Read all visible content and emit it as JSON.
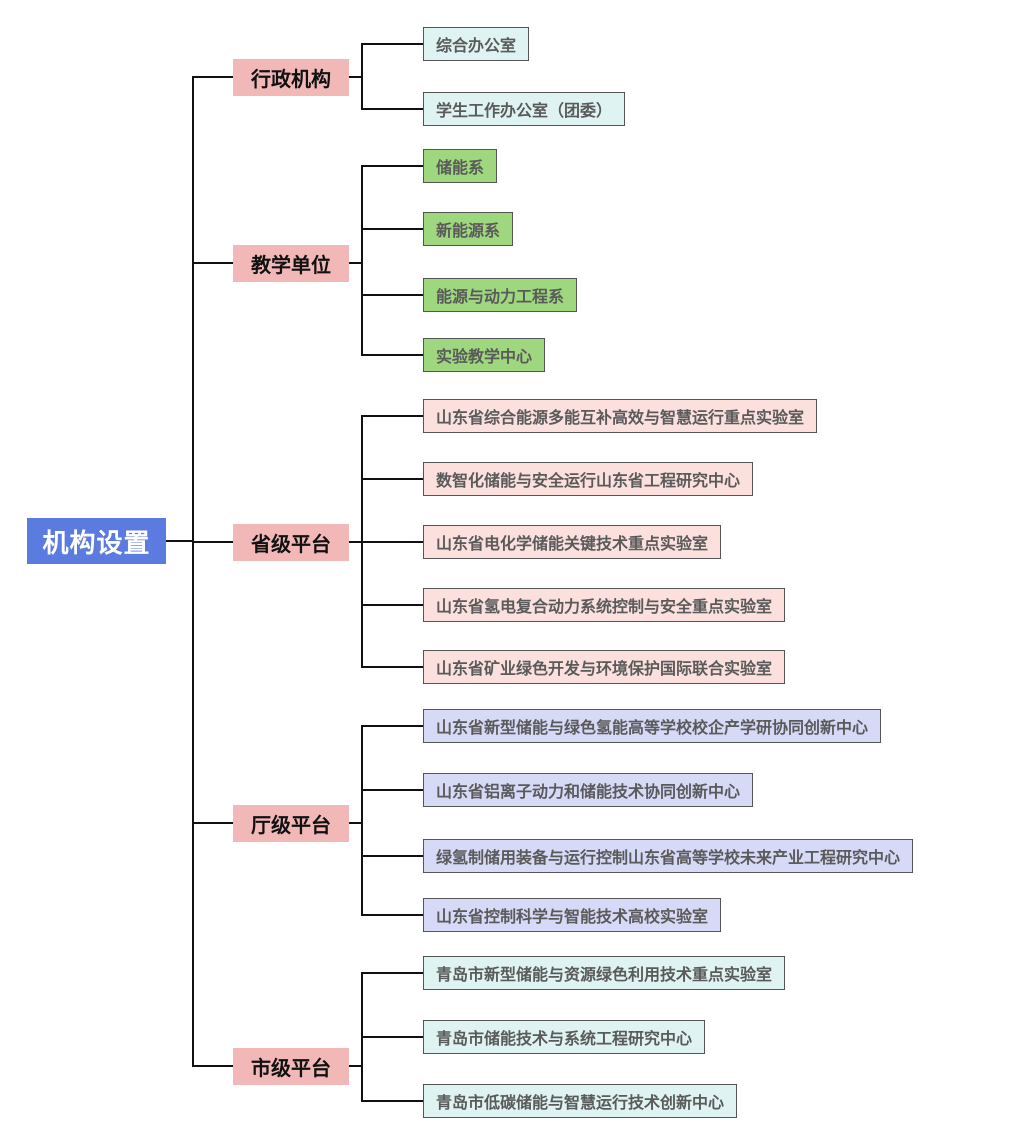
{
  "root": {
    "label": "机构设置",
    "color": "#5b7be0"
  },
  "categories": [
    {
      "label": "行政机构",
      "color": "#f2b8b8",
      "leaf_color": "#dff3f3",
      "children": [
        "综合办公室",
        "学生工作办公室（团委）"
      ]
    },
    {
      "label": "教学单位",
      "color": "#f2b8b8",
      "leaf_color": "#9fd77f",
      "children": [
        "储能系",
        "新能源系",
        "能源与动力工程系",
        "实验教学中心"
      ]
    },
    {
      "label": "省级平台",
      "color": "#f2b8b8",
      "leaf_color": "#fbe0de",
      "children": [
        "山东省综合能源多能互补高效与智慧运行重点实验室",
        "数智化储能与安全运行山东省工程研究中心",
        "山东省电化学储能关键技术重点实验室",
        "山东省氢电复合动力系统控制与安全重点实验室",
        "山东省矿业绿色开发与环境保护国际联合实验室"
      ]
    },
    {
      "label": "厅级平台",
      "color": "#f2b8b8",
      "leaf_color": "#d6daf7",
      "children": [
        "山东省新型储能与绿色氢能高等学校校企产学研协同创新中心",
        "山东省铝离子动力和储能技术协同创新中心",
        "绿氢制储用装备与运行控制山东省高等学校未来产业工程研究中心",
        "山东省控制科学与智能技术高校实验室"
      ]
    },
    {
      "label": "市级平台",
      "color": "#f2b8b8",
      "leaf_color": "#dff3f3",
      "children": [
        "青岛市新型储能与资源绿色利用技术重点实验室",
        "青岛市储能技术与系统工程研究中心",
        "青岛市低碳储能与智慧运行技术创新中心"
      ]
    }
  ]
}
